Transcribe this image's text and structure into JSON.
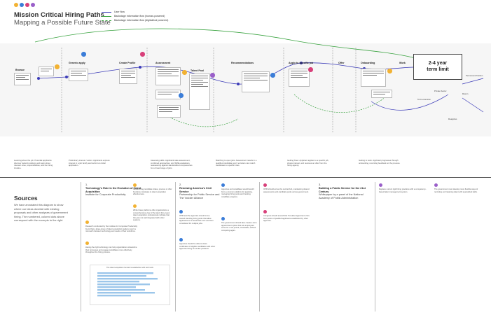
{
  "header": {
    "title": "Mission Critical Hiring Paths",
    "subtitle": "Mapping a Possible Future State",
    "logo_colors": [
      "#f2b233",
      "#3b7dd8",
      "#d8407a",
      "#9a5fc9"
    ]
  },
  "legend": [
    {
      "label": "User flow",
      "color": "#3b3bb8",
      "style": "solid"
    },
    {
      "label": "Backstage information flow (human-powered)",
      "color": "#3aa340",
      "style": "solid"
    },
    {
      "label": "Backstage information flow (digital/tool powered)",
      "color": "#3aa340",
      "style": "dashed"
    }
  ],
  "stages": [
    {
      "name": "Browse",
      "desc": "Learning about the job. Potential applicants discover federal positions and learn about relevant roles, responsibilities, and the hiring timeline."
    },
    {
      "name": "Generic apply",
      "desc": "Preliminary interest / action. Applicants express interest in a job family and submit an initial application."
    },
    {
      "name": "Create Profile",
      "desc": ""
    },
    {
      "name": "Assessment",
      "desc": "Assessing skills. Applicants take assessment, combined approaches, and SME evaluations, reassessing against standardized competencies for a broad range of jobs."
    },
    {
      "name": "Talent Pool",
      "desc": ""
    },
    {
      "name": "Recommendations",
      "desc": "Matching to open jobs. Assessment results in a qualified candidate pool; recruiters can match candidates to specific roles."
    },
    {
      "name": "Apply to specific job",
      "desc": "Getting hired. Applicant applies to a specific job, shows interest, and receives an offer from the hiring agency."
    },
    {
      "name": "Offer",
      "desc": ""
    },
    {
      "name": "Onboarding",
      "desc": "Getting to work. Applicant progresses through onboarding, recording feedback on the process."
    },
    {
      "name": "Work",
      "desc": ""
    }
  ],
  "term_box": {
    "line1": "2-4 year",
    "line2": "term limit"
  },
  "side_labels": [
    "Permanent Position",
    "Private Sector",
    "Return",
    "Reapplies",
    "Term extension"
  ],
  "sources": {
    "title": "Sources",
    "intro": "We have annotated this diagram to show where our ideas dovetail with existing proposals and other analyses of government hiring. The numbered, colored dots above correspond with the excerpts to the right."
  },
  "source_columns": [
    {
      "num": "1.",
      "title": "Technology's Role in the Evolution of Talent Acquisition",
      "sub": "Institute for Corporate Productivity"
    },
    {
      "num": "2.",
      "title": "Renewing America's Civil Service",
      "sub": "Partnership for Public Service and The Volcker Alliance"
    },
    {
      "num": "3.",
      "title": "Building a Public Service for the 21st Century",
      "sub": "Whitepaper by a panel of the National Academy of Public Administration"
    }
  ],
  "quotes": [
    {
      "color": "#f2b233",
      "text": "Research conducted by the Institute for Corporate Productivity found that a large group of talent acquisition leaders report a mismatch between technology and needs of their workforce."
    },
    {
      "color": "#f2b233",
      "text": "Having the right technology can help organizations streamline their processes and engage candidates more effectively throughout the hiring process."
    },
    {
      "color": "#f2b233",
      "text": "Streamlining candidate intake, process or offer functions correlates to talent acquisition effectiveness."
    },
    {
      "color": "#f2b233",
      "text": "While these platforms offer organizations a comprehensive view of the talent they need, talent acquisition professionals indicate that they are not well integrated with other systems."
    },
    {
      "color": "#3b7dd8",
      "text": "OPM and the agencies should move toward standing hiring pools that allow applicants to be assessed once and then considered for multiple jobs."
    },
    {
      "color": "#3b7dd8",
      "text": "Agencies should be able to share certificates of eligible candidates with other agencies hiring for similar positions."
    },
    {
      "color": "#3b7dd8",
      "text": "Agencies and candidates would benefit from a common platform for applying, managing hiring pools and tracking candidate progress."
    },
    {
      "color": "#3b7dd8",
      "text": "The government should also create a term appointment option that lets employees serve for a set period, renewable, without competing again."
    },
    {
      "color": "#d8407a",
      "text": "OPM should act as the central hub, maintaining shared assessments and candidate pools across government."
    },
    {
      "color": "#d8407a",
      "text": "Congress should amend title 5 to allow agencies to hire from pools of qualified applicants established by other agencies."
    },
    {
      "color": "#9a5fc9",
      "text": "Replace current rigid hiring practices with a competency-based talent management system."
    },
    {
      "color": "#9a5fc9",
      "text": "The government must develop more flexible ways of recruiting and retaining talent with specialized skills."
    }
  ],
  "chart_note": {
    "title": "The talent acquisition function's satisfaction with tech tools"
  }
}
